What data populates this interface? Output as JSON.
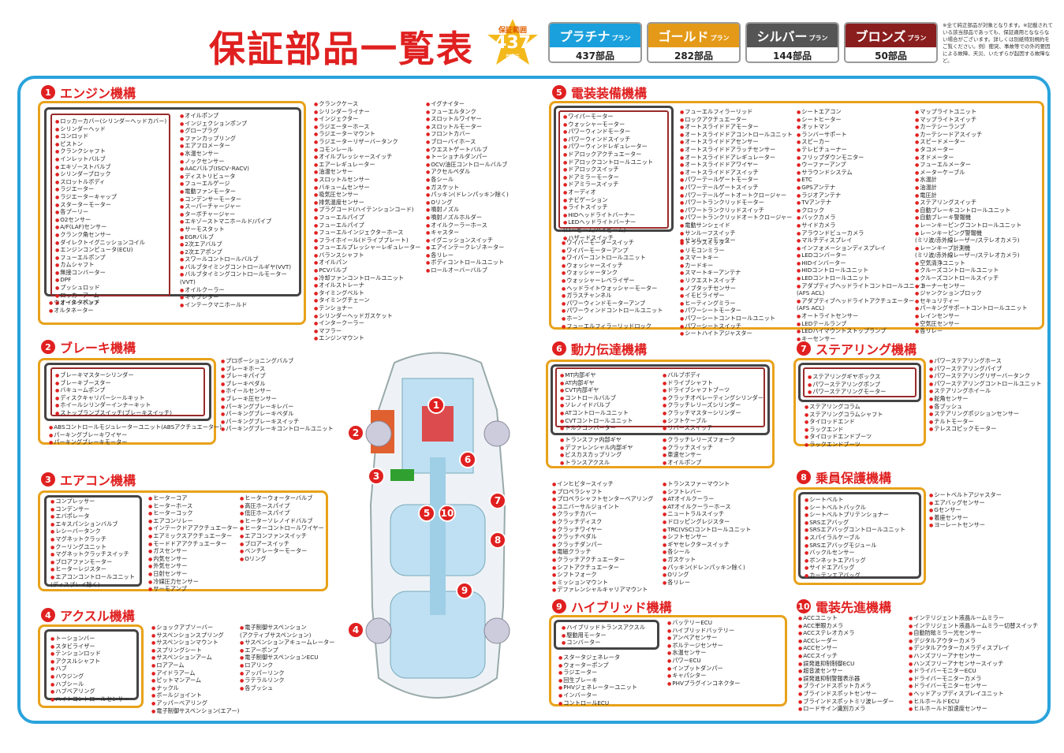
{
  "header": {
    "title": "保証部品一覧表",
    "badge_top": "保証範囲",
    "badge_num": "437",
    "badge_pre": "最大",
    "badge_bottom": "箇所"
  },
  "plans": [
    {
      "name": "プラチナ",
      "suffix": "プラン",
      "count": "437部品",
      "color": "#1aa0dc"
    },
    {
      "name": "ゴールド",
      "suffix": "プラン",
      "count": "282部品",
      "color": "#e49a18"
    },
    {
      "name": "シルバー",
      "suffix": "プラン",
      "count": "144部品",
      "color": "#555555"
    },
    {
      "name": "ブロンズ",
      "suffix": "プラン",
      "count": "50部品",
      "color": "#8a1e1e"
    }
  ],
  "note": "※全て純正部品が対象となります。※記載されている該当部品であっても、保証適用となならない場合がございます。詳しくは別紙特別規約をご覧ください。例）衝突、事故等での外的要因による故障、天災、いたずらが起因する故障など。",
  "sections": [
    {
      "num": "1",
      "name": "エンジン機構"
    },
    {
      "num": "2",
      "name": "ブレーキ機構"
    },
    {
      "num": "3",
      "name": "エアコン機構"
    },
    {
      "num": "4",
      "name": "アクスル機構"
    },
    {
      "num": "5",
      "name": "電装装備機構"
    },
    {
      "num": "6",
      "name": "動力伝達機構"
    },
    {
      "num": "7",
      "name": "ステアリング機構"
    },
    {
      "num": "8",
      "name": "乗員保護機構"
    },
    {
      "num": "9",
      "name": "ハイブリッド機構"
    },
    {
      "num": "10",
      "name": "電装先進機構"
    }
  ],
  "engine": {
    "r": [
      "ロッカーカバー(シリンダーヘッドカバー)",
      "シリンダーヘッド",
      "コンロッド",
      "ピストン",
      "クランクシャフト",
      "インレットバルブ",
      "エキゾーストバルブ",
      "シリンダーブロック",
      "スロットルボディ",
      "ラジエーター",
      "ラジエーターキャップ",
      "スターターモーター",
      "各プーリー",
      "O2センサー",
      "A/F(LAF)センサー",
      "クランク角センサー",
      "ダイレクトイグニッションコイル",
      "エンジンコンピュータ(ECU)",
      "フューエルポンプ",
      "カムシャフト",
      "無接コンバーター",
      "DPF",
      "プッシュロッド",
      "ロッカーアーム",
      "オイルタペット"
    ],
    "g": [
      "オイルポンプ",
      "インジェクションポンプ",
      "グロープラグ",
      "ファンカップリング",
      "エアフロメーター",
      "水温センサー",
      "ノックセンサー",
      "AACバルブ(ISCV･RACV)",
      "ディストリビュータ",
      "フューエルゲージ",
      "電動ファンモーター",
      "コンデンサーモーター",
      "スーパーチャージャー",
      "ターボチャージャー",
      "エキゾーストマニホールド/パイプ",
      "サーモスタット",
      "EGRバルブ",
      "2次エアバルブ",
      "2次エアポンプ",
      "スワールコントロールバルブ",
      "バルブタイミングコントロールギヤ(VVT)",
      "バルブタイミングコントロールモーター",
      "(VVT)",
      "オイルクーラー",
      "キャブレター",
      "インテークマニホールド"
    ],
    "o1": [
      "ウォーターポンプ",
      "オルタネーター"
    ],
    "o2": [
      "クランクケース",
      "シリンダーライナー",
      "インジェクター",
      "ラジエーターホース",
      "ラジエーターマウント",
      "ラジエーターリザーバータンク",
      "コモンレール",
      "オイルプレッシャースイッチ",
      "エアーレギュレーター",
      "油温センサー",
      "スロットルセンサー",
      "バキュームセンサー",
      "吸気圧センサー",
      "排気温度センサー",
      "プラグコード(ハイテンションコード)",
      "フューエルパイプ",
      "フューエルパイプ",
      "フューエルインジェクターホース",
      "フライホイール(ドライブプレート)",
      "フューエルプレッシャーレギュレーター",
      "バランスシャフト",
      "オイルパン",
      "PCVバルブ",
      "冷却ファンコントロールユニット",
      "オイルストレーナ",
      "タイミングベルト",
      "タイミングチェーン",
      "テンショナー",
      "シリンダーヘッドガスケット",
      "インタークーラー",
      "マフラー",
      "エンジンマウント"
    ],
    "o3": [
      "イグナイター",
      "フューエルタンク",
      "スロットルワイヤー",
      "スロットルモーター",
      "フロントカバー",
      "ブローバイホース",
      "ウエストゲートバルブ",
      "トーショナルダンパー",
      "OCV/油圧コントロールバルブ",
      "アクセルペダル",
      "各シール",
      "ガスケット",
      "パッキン(ドレンパッキン除く)",
      "Oリング",
      "噴射ノズル",
      "噴射ノズルホルダー",
      "オイルクーラーホース",
      "キャスター",
      "イグニッションスイッチ",
      "エアインテークレゾネーター",
      "各リレー",
      "ボディコントロールユニット",
      "ロールオーバーバルブ"
    ]
  },
  "brake": {
    "r": [
      "ブレーキマスターシリンダー",
      "ブレーキブースター",
      "バキュームポンプ",
      "ディスクキャリパーシールキット",
      "ホイールシリンダーインナーキット",
      "ストップランプスイッチ(ブレーキスイッチ)"
    ],
    "g": [
      "ABSコントロールモジュレーターユニット(ABSアクチュエーター)",
      "パーキングブレーキワイヤー",
      "パーキングブレーキモーター"
    ],
    "o": [
      "プロポーショニングバルブ",
      "ブレーキホース",
      "ブレーキパイプ",
      "ブレーキペダル",
      "ホイールセンサー",
      "ブレーキ圧センサー",
      "パーキングブレーキレバー",
      "パーキングブレーキペダル",
      "パーキングブレーキスイッチ",
      "パーキングブレーキコントロールユニット"
    ]
  },
  "aircon": {
    "g": [
      "コンプレッサー",
      "コンデンサー",
      "エバポレータ",
      "エキスパンションバルブ",
      "レシーバータンク",
      "マグネットクラッチ",
      "クーリングユニット",
      "マグネットクラッチスイッチ",
      "ブロアファンモーター",
      "ヒーターレジスター",
      "エアコンコントロールユニット",
      "(ディスプレイ除く)"
    ],
    "o1": [
      "ヒーターコア",
      "ヒーターホース",
      "ヒーターコック",
      "エアコンリレー",
      "インテークドアアクチュエーター",
      "エアミックスアクチュエーター",
      "モードドアアクチュエーター",
      "ガスセンサー",
      "内気センサー",
      "外気センサー",
      "日射センサー",
      "冷媒圧力センサー",
      "サーモアンプ"
    ],
    "o2": [
      "ヒーターウォーターバルブ",
      "高圧ホースパイプ",
      "低圧ホースパイプ",
      "ヒーターソレノイドバルブ",
      "ヒーターコントロールワイヤー",
      "エアコンファンスイッチ",
      "ブロアースイッチ",
      "ベンチレーターモーター",
      "Oリング"
    ]
  },
  "axle": {
    "g": [
      "トーションバー",
      "スタビライザー",
      "テンションロッド",
      "アクスルシャフト",
      "ハブ",
      "ハウジング",
      "ハブシール",
      "ハブベアリング",
      "ハイトコントロールセンサー"
    ],
    "o1": [
      "ショックアブソーバー",
      "サスペンションスプリング",
      "サスペンションマウント",
      "スプリングシート",
      "サスペンションアーム",
      "ロアアーム",
      "アイドラアーム",
      "ピットマンアーム",
      "ナックル",
      "ボールジョイント",
      "アッパーベアリング",
      "電子制御サスペンション(エアー)"
    ],
    "o2": [
      "電子制御サスペンション",
      "(アクティブサスペンション)",
      "サスペンションアキュームレーター",
      "エアーポンプ",
      "電子制御サスペンションECU",
      "ロアリンク",
      "アッパーリンク",
      "ラテラルリンク",
      "各ブッシュ"
    ]
  },
  "elec": {
    "r": [
      "ワイパーモーター",
      "ウォッシャーモーター",
      "パワーウィンドモーター",
      "パワーウィンドスイッチ",
      "パワーウィンドレギュレーター",
      "ドアロックアクチュエーター",
      "ドアロックコントロールユニット",
      "ドアロックスイッチ",
      "ドアミラーモーター",
      "ドアミラースイッチ",
      "オーディオ",
      "ナビゲーション",
      "ライトスイッチ",
      "HIDヘッドライトバーナー",
      "LEDヘッドライトバーナー",
      "(ロービーム/ハイビーム)",
      "ハザードスイッチ"
    ],
    "c2": [
      "フューエルフィラーリッド",
      "ロックアクチュエーター",
      "オートスライドドアモーター",
      "オートスライドドアコントロールユニット",
      "オートスライドドアセンサー",
      "オートスライドドアラッチセンサー",
      "オートスライドドアレギュレーター",
      "オートスライドドアワイヤー",
      "オートスライドドアスイッチ",
      "パワーテールゲートモーター",
      "パワーテールゲートスイッチ",
      "パワーテールゲートオートクロージャー",
      "パワートランクリッドモーター",
      "パワートランクリッドスイッチ",
      "パワートランクリッドオートクロージャー",
      "電動サンシェイド",
      "サンルーフスイッチ",
      "サンルーフモーター"
    ],
    "c3": [
      "シートエアコン",
      "シートヒーター",
      "オットマン",
      "ランバーサポート",
      "スピーカー",
      "テレビチューナー",
      "フリップダウンモニター",
      "ウーファーアンプ",
      "サラウンドシステム",
      "ETC",
      "GPSアンテナ",
      "ラジオアンテナ",
      "TVアンテナ",
      "クロック",
      "バックカメラ",
      "サイドカメラ",
      "アラウンドビューカメラ",
      "マルチディスプレイ",
      "インフォメーションディスプレイ",
      "LEDコンバーター",
      "HIDインバーター",
      "HIDコントロールユニット",
      "LEDコントロールユニット",
      "アダプティブヘッドライトコントロールユニット",
      "(AFS ACL)",
      "アダプティブヘッドライトアクチュエーター",
      "(AFS ACL)",
      "オートライトセンサー",
      "LEDテールランプ",
      "LEDハイマウントストップランプ",
      "キーセンサー"
    ],
    "c4": [
      "マップライトユニット",
      "マップライトスイッチ",
      "カーテシーランプ",
      "カーテシードアスイッチ",
      "スピードメーター",
      "タコメーター",
      "オドメーター",
      "フューエルメーター",
      "メーターケーブル",
      "水温計",
      "油温計",
      "電圧計",
      "ステアリングスイッチ",
      "自動ブレーキコントロールユニット",
      "自動ブレーキ警報機",
      "レーンキーピングコントロールユニット",
      "レーンキーピング警報機",
      "(ミリ波/赤外線レーザー/ステレオカメラ)",
      "レーンキープ計測機",
      "(ミリ波/赤外線レーザー/ステレオカメラ)",
      "空気清浄ユニット",
      "クルーズコントロールユニット",
      "クルーズコントロールスイッチ",
      "コーナーセンサー",
      "ジャンクションブロック",
      "セキュリティー",
      "パーキングサポートコントロールユニット",
      "レインセンサー",
      "空気圧センサー",
      "各リレー"
    ],
    "o": [
      "ワイパーモータースイッチ",
      "ワイパーモーターアンプ",
      "ワイパーコントロールユニット",
      "ウォッシャースイッチ",
      "ウォッシャータンク",
      "ウォッシャーレベライザー",
      "ヘッドライトウォッシャーモーター",
      "ガラスチャンネル",
      "パワーウィンドモーターアンプ",
      "パワーウィンドコントロールユニット",
      "ホーン",
      "フューエルフィラーリッドロック"
    ],
    "o2": [
      "トランスミッター",
      "リモコンミラー",
      "スマートキー",
      "カードキー",
      "スマートキーアンテナ",
      "リクエストスイッチ",
      "ノブタッチセンサー",
      "イモビライザー",
      "ヒーティングミラー",
      "パワーシートモーター",
      "パワーシートコントロールユニット",
      "パワーシートスイッチ",
      "シートハイトアジャスター"
    ]
  },
  "drive": {
    "r1": [
      "MT内部ギヤ",
      "AT内部ギヤ",
      "CVT内部ギヤ",
      "コントロールバルブ",
      "ソレノイドバルブ",
      "ATコントロールユニット",
      "CVTコントロールユニット",
      "トルクコンバーター"
    ],
    "r2": [
      "バルブボディ",
      "ドライブシャフト",
      "ドライブシャフトブーツ",
      "クラッチオペレーティングシリンダー",
      "クラッチレリーズシリンダー",
      "クラッチマスターシリンダー",
      "シフトケーブル",
      "リバーススイッチ"
    ],
    "g1": [
      "トランスファ内部ギヤ",
      "デファレンシャル内部ギヤ",
      "ビスカスカップリング",
      "トランスアクスル"
    ],
    "g2": [
      "クラッチレリーズフォーク",
      "クラッチスイッチ",
      "車速センサー",
      "オイルポンプ"
    ],
    "o1": [
      "インヒビタースイッチ",
      "プロペラシャフト",
      "プロペラシャフトセンターベアリング",
      "ユニバーサルジョイント",
      "クラッチカバー",
      "クラッチディスク",
      "クラッチワイヤー",
      "クラッチペダル",
      "クラッチダンパー",
      "電磁クラッチ",
      "クラッチアクチュエーター",
      "シフトアクチュエーター",
      "シフトフォーク",
      "ミッションマウント",
      "デファレンシャルキャリアマウント"
    ],
    "o2": [
      "トランスファーマウント",
      "シフトレバー",
      "ATオイルクーラー",
      "ATオイルクーラーホース",
      "ニュートラルスイッチ",
      "ドロッピングレジスター",
      "TRC(VSC)コントロールユニット",
      "シフトセンサー",
      "ギヤセレクタースイッチ",
      "各シール",
      "ガスケット",
      "パッキン(ドレンパッキン除く)",
      "Oリング",
      "各リレー"
    ]
  },
  "steer": {
    "r": [
      "ステアリングギヤボックス",
      "パワーステアリングポンプ",
      "パワーステアリングモーター"
    ],
    "g": [
      "ステアリングコラム",
      "ステアリングコラムシャフト",
      "タイロッドエンド",
      "ラックエンド",
      "タイロッドエンドブーツ",
      "ラックエンドブーツ"
    ],
    "o": [
      "パワーステアリングホース",
      "パワーステアリングパイプ",
      "パワーステアリングリザーバータンク",
      "パワーステアリングコントロールユニット",
      "ステアリングホイール",
      "舵角センサー",
      "各ブッシュ",
      "ステアリングポジションセンサー",
      "チルトモーター",
      "テレスコピックモーター"
    ]
  },
  "protect": {
    "g": [
      "シートベルト",
      "シートベルトバックル",
      "シートベルトプリテンショナー",
      "SRSエアバッグ",
      "SRSエアバッグコントロールユニット",
      "スパイラルケーブル",
      "SRSエアバッグモジュール",
      "バックルセンサー",
      "ボンネットエアバッグ",
      "サイドエアバッグ",
      "カーテンエアバッグ"
    ],
    "o": [
      "シートベルトアジャスター",
      "エアバッグセンサー",
      "Gセンサー",
      "着座センサー",
      "ヨーレートセンサー"
    ]
  },
  "hybrid": {
    "g": [
      "ハイブリッドトランスアクスル",
      "駆動用モーター",
      "コンバーター"
    ],
    "o1": [
      "スタータジェネレータ",
      "ウォーターポンプ",
      "ラジエーター",
      "回生ブレーキ",
      "PHVジェネレーターユニット",
      "インバーター",
      "コントロールECU"
    ],
    "o2": [
      "バッテリーECU",
      "ハイブリッドバッテリー",
      "アンペアセンサー",
      "ボルテージセンサー",
      "水温センサー",
      "パワーECU",
      "インプットダンパー",
      "キャパシター",
      "PHVプラグインコネクター"
    ]
  },
  "adv": {
    "o1": [
      "ACCユニット",
      "ACC単眼カメラ",
      "ACCステレオカメラ",
      "ACCレーダー",
      "ACCセンサー",
      "ACCスイッチ",
      "誤発進抑制制御ECU",
      "超音波センサー",
      "誤発進抑制警報表示器",
      "ブラインドスポットカメラ",
      "ブラインドスポットセンサー",
      "ブラインドスポットミリ波レーダー",
      "ロードサイン識別カメラ"
    ],
    "o2": [
      "インテリジェント液晶ルームミラー",
      "インテリジェント液晶ルームミラー切替スイッチ",
      "自動防眩ミラー光センサー",
      "デジタルアウターカメラ",
      "デジタルアウターカメラディスプレイ",
      "ハンズフリーアナセンサー",
      "ハンズフリーアナセンサースイッチ",
      "ドライバーモニターECU",
      "ドライバーモニターカメラ",
      "ドライバーモニターセンサー",
      "ヘッドアップディスプレイユニット",
      "ヒルホールドECU",
      "ヒルホールド加速度センサー"
    ]
  },
  "car": {
    "markers": [
      "1",
      "2",
      "3",
      "4",
      "5",
      "6",
      "7",
      "8",
      "9",
      "10"
    ]
  }
}
